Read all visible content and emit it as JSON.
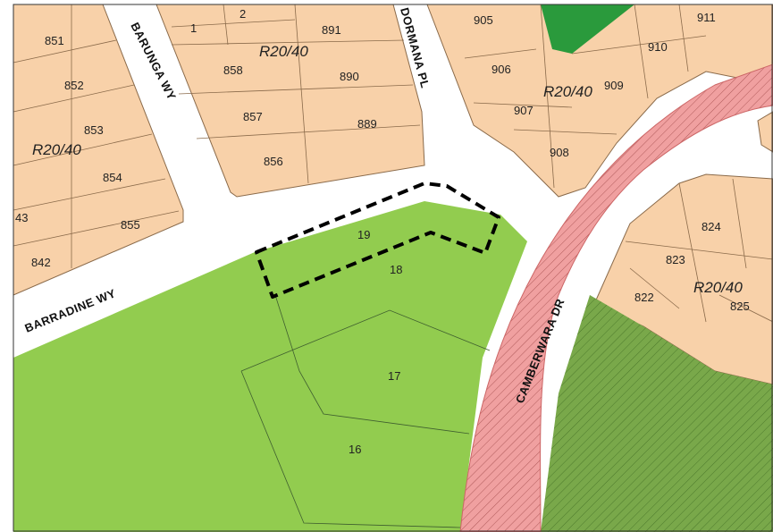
{
  "colors": {
    "residential": "#f8d1a9",
    "public_open_space": "#92cc4f",
    "reserve_dark": "#2a9a3c",
    "road_reserve": "#f0a0a0",
    "bushland_hatch": "#79a84a",
    "road": "#ffffff",
    "lot_line": "#8a6a4a",
    "highlight_outline": "#000000"
  },
  "streets": {
    "baruna": "BARUNGA WY",
    "dormana": "DORMANA PL",
    "barradine": "BARRADINE WY",
    "camberwara": "CAMBERWARA DR"
  },
  "zones": {
    "nw": "R20/40",
    "n": "R20/40",
    "ne": "R20/40",
    "e": "R20/40"
  },
  "lots": {
    "l851": "851",
    "l852": "852",
    "l853": "853",
    "l854": "854",
    "l855": "855",
    "l842": "842",
    "l843": "43",
    "l1": "1",
    "l2": "2",
    "l891": "891",
    "l858": "858",
    "l890": "890",
    "l857": "857",
    "l889": "889",
    "l856": "856",
    "l905": "905",
    "l906": "906",
    "l907": "907",
    "l908": "908",
    "l909": "909",
    "l910": "910",
    "l911": "911",
    "l824": "824",
    "l823": "823",
    "l822": "822",
    "l825": "825",
    "l19": "19",
    "l18": "18",
    "l17": "17",
    "l16": "16"
  }
}
